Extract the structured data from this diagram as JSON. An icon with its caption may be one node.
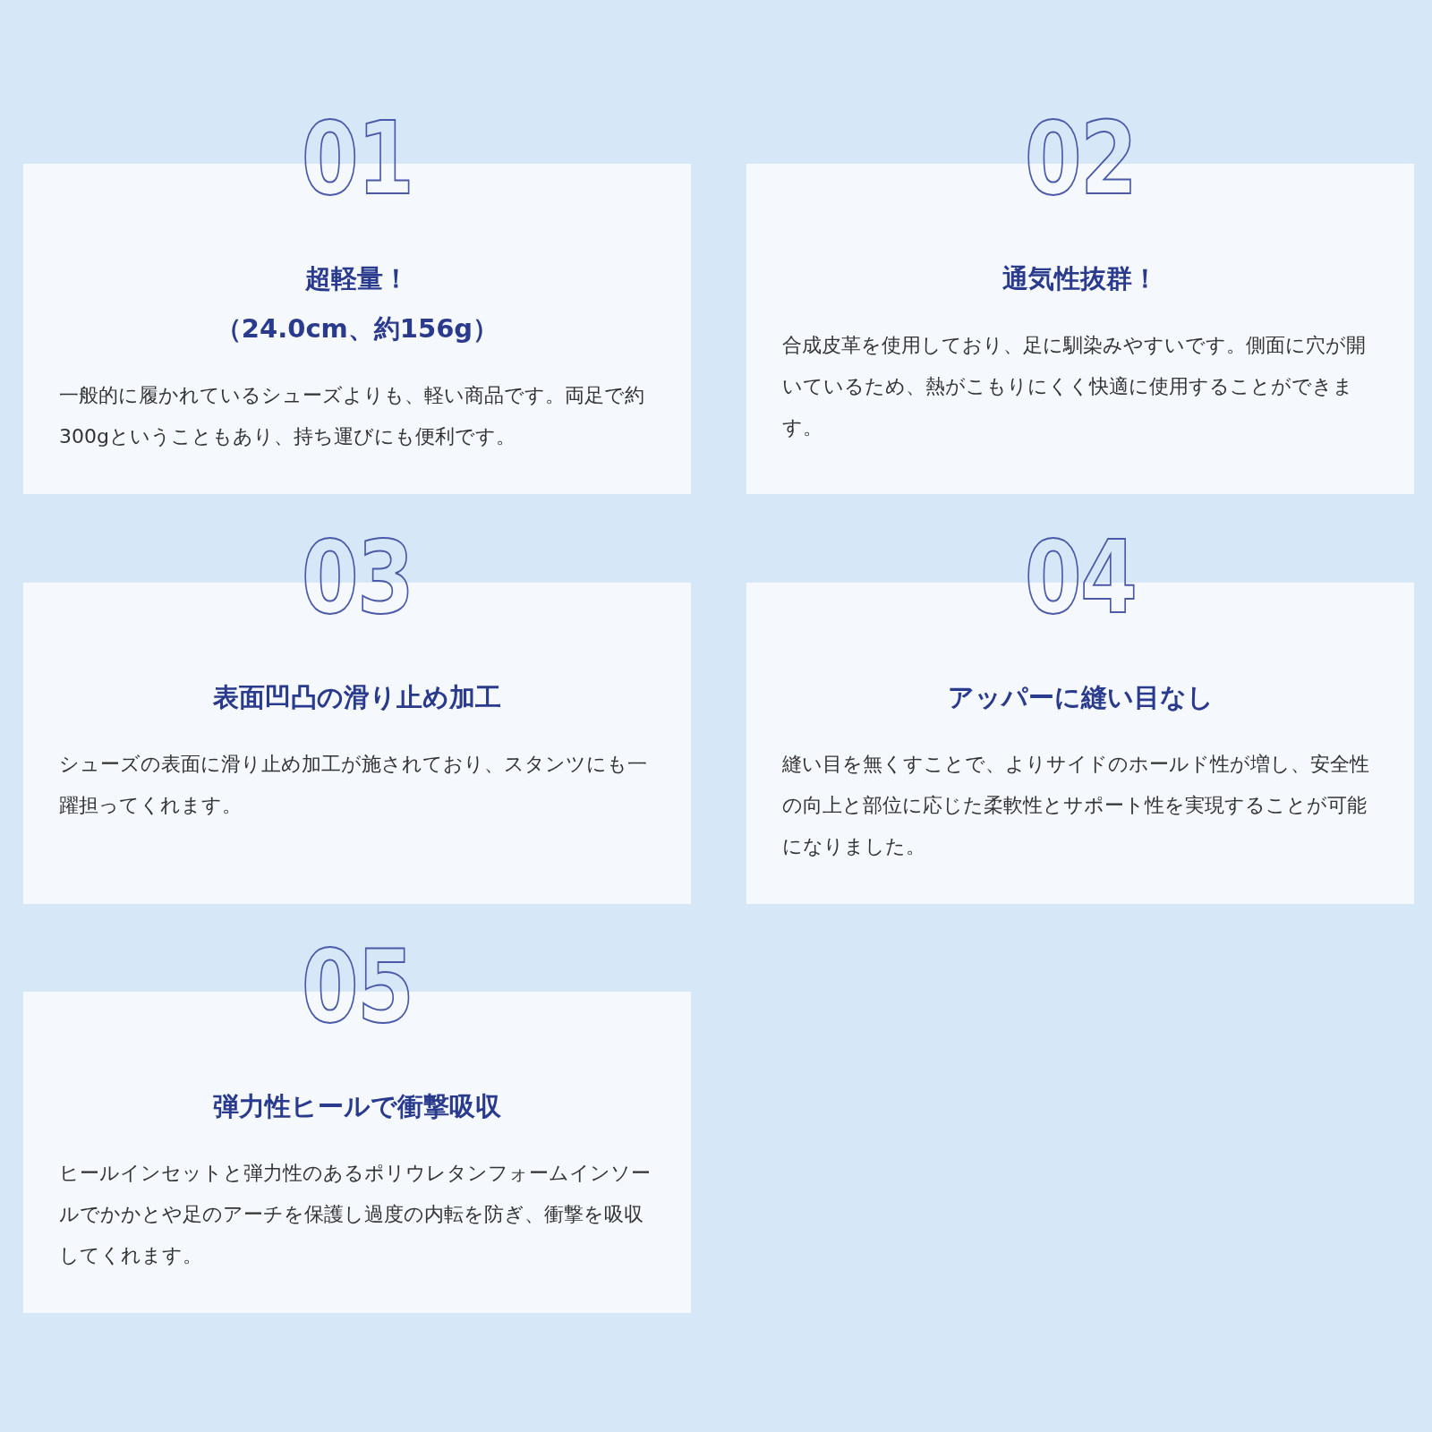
{
  "diagram": {
    "nodes": [
      {
        "text": [
          "01",
          "超軽量！",
          "（24.0cm、約156g）",
          "一般的に履かれているシューズよりも、軽い商品です。両足で約300gということもあり、持ち運びにも便利です。"
        ]
      },
      {
        "text": [
          "02",
          "通気性抜群！",
          "合成皮革を使用しており、足に馴染みやすいです。側面に穴が開いているため、熱がこもりにくく快適に使用することができます。"
        ]
      },
      {
        "text": [
          "03",
          "表面凹凸の滑り止め加工",
          "シューズの表面に滑り止め加工が施されており、スタンツにも一躍担ってくれます。"
        ]
      },
      {
        "text": [
          "04",
          "アッパーに縫い目なし",
          "縫い目を無くすことで、よりサイドのホールド性が増し、安全性の向上と部位に応じた柔軟性とサポート性を実現することが可能になりました。"
        ]
      },
      {
        "text": [
          "05",
          "弾力性ヒールで衝撃吸収",
          "ヒールインセットと弾力性のあるポリウレタンフォームインソールでかかとや足のアーチを保護し過度の内転を防ぎ、衝撃を吸収してくれます。"
        ]
      }
    ]
  }
}
